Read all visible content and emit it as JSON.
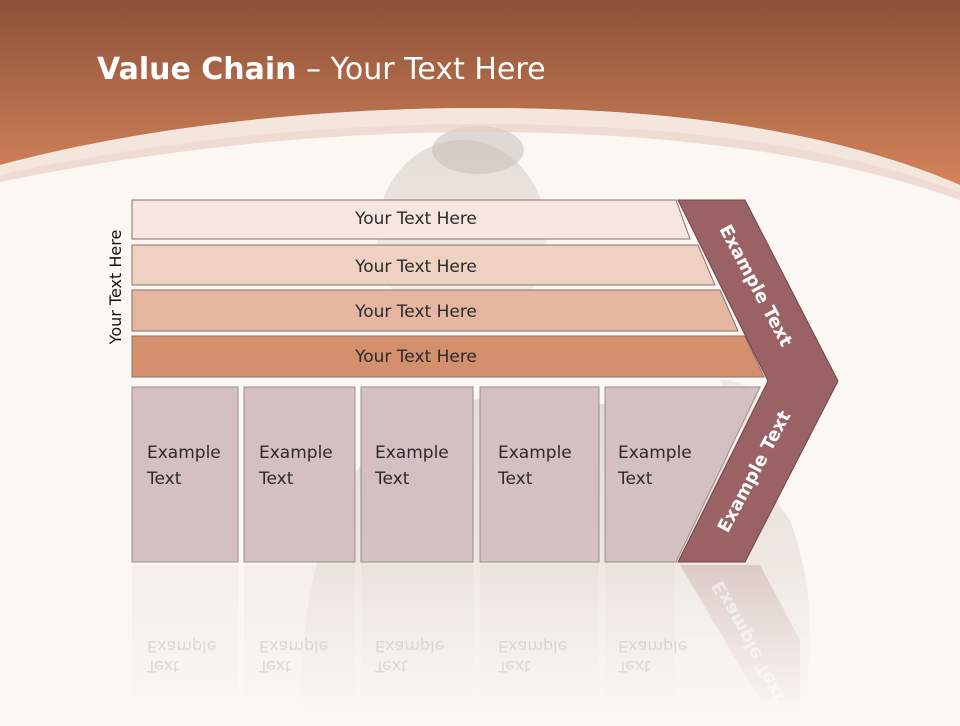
{
  "slide": {
    "title_bold": "Value Chain",
    "title_rest": " – Your Text Here",
    "side_label": "Your Text Here"
  },
  "rows": [
    {
      "label": "Your Text Here",
      "color": "#f6e6df"
    },
    {
      "label": "Your Text Here",
      "color": "#efd1c1"
    },
    {
      "label": "Your Text Here",
      "color": "#e6b7a0"
    },
    {
      "label": "Your Text Here",
      "color": "#d4906d"
    }
  ],
  "boxes": [
    {
      "line1": "Example",
      "line2": "Text"
    },
    {
      "line1": "Example",
      "line2": "Text"
    },
    {
      "line1": "Example",
      "line2": "Text"
    },
    {
      "line1": "Example",
      "line2": "Text"
    },
    {
      "line1": "Example",
      "line2": "Text"
    }
  ],
  "chevron": {
    "upper_label": "Example Text",
    "lower_label": "Example Text",
    "color": "#9b6266"
  },
  "colors": {
    "header_top": "#8c5138",
    "header_bottom": "#d4845a",
    "box_fill": "#d5c0c1",
    "background": "#fbf7f3"
  }
}
